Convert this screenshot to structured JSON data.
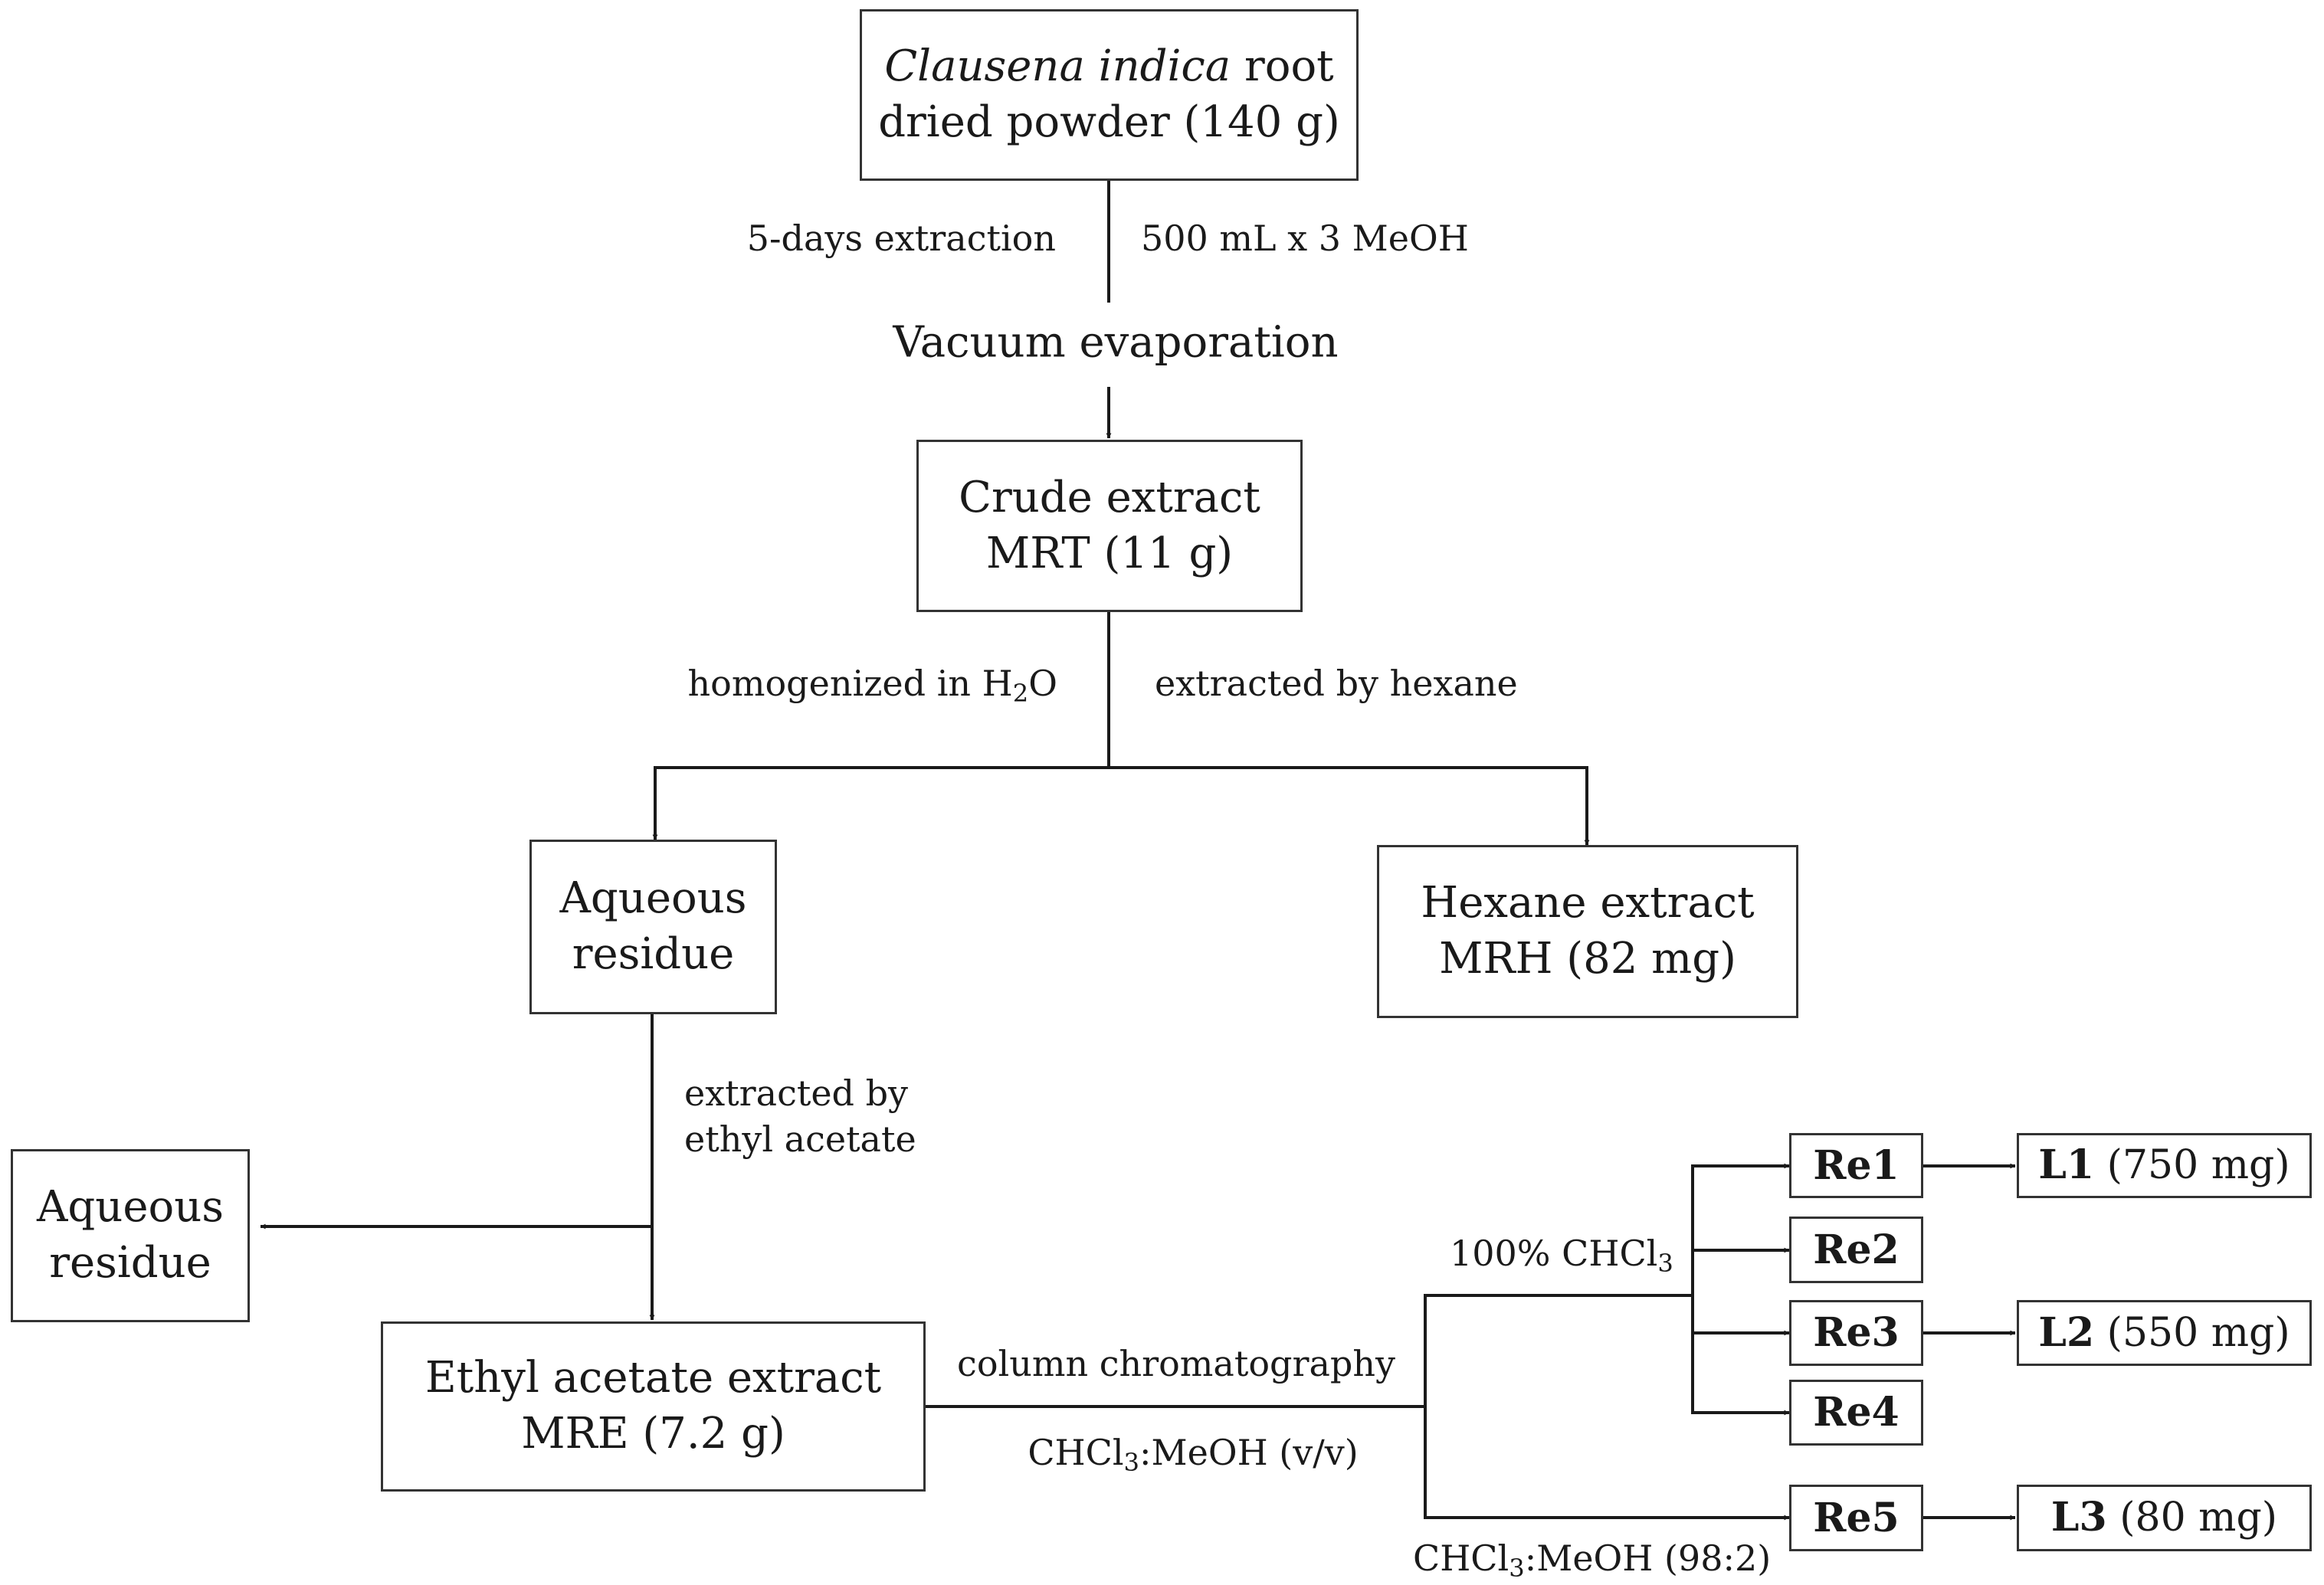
{
  "nodes": {
    "root_powder": {
      "line1_italic": "Clausena indica",
      "line1_rest": " root",
      "line2": "dried powder (140 g)"
    },
    "crude_extract": {
      "line1": "Crude extract",
      "line2": "MRT (11 g)"
    },
    "aqueous_residue_1": {
      "line1": "Aqueous",
      "line2": "residue"
    },
    "hexane_extract": {
      "line1": "Hexane extract",
      "line2": "MRH (82 mg)"
    },
    "aqueous_residue_2": {
      "line1": "Aqueous",
      "line2": "residue"
    },
    "ethyl_acetate_extract": {
      "line1": "Ethyl acetate extract",
      "line2": "MRE (7.2 g)"
    },
    "fractions": [
      "Re1",
      "Re2",
      "Re3",
      "Re4",
      "Re5"
    ],
    "compounds": {
      "l1": {
        "name": "L1",
        "amount": " (750 mg)"
      },
      "l2": {
        "name": "L2",
        "amount": " (550 mg)"
      },
      "l3": {
        "name": "L3",
        "amount": " (80 mg)"
      }
    }
  },
  "labels": {
    "extraction_time": "5-days extraction",
    "extraction_solvent": "500 mL x 3 MeOH",
    "evaporation": "Vacuum evaporation",
    "homogenized_pre": "homogenized in H",
    "homogenized_sub": "2",
    "homogenized_post": "O",
    "extracted_hexane": "extracted by hexane",
    "extracted_ethyl_line1": "extracted by",
    "extracted_ethyl_line2": "ethyl acetate",
    "column_chromatography": "column chromatography",
    "mobile_phase_pre": "CHCl",
    "mobile_phase_sub": "3",
    "mobile_phase_post": ":MeOH (v/v)",
    "chcl3_100_pre": "100% CHCl",
    "chcl3_100_sub": "3",
    "chcl3_982_pre": "CHCl",
    "chcl3_982_sub": "3",
    "chcl3_982_post": ":MeOH (98:2)"
  },
  "colors": {
    "line": "#1a1a1a",
    "border": "#333333"
  }
}
